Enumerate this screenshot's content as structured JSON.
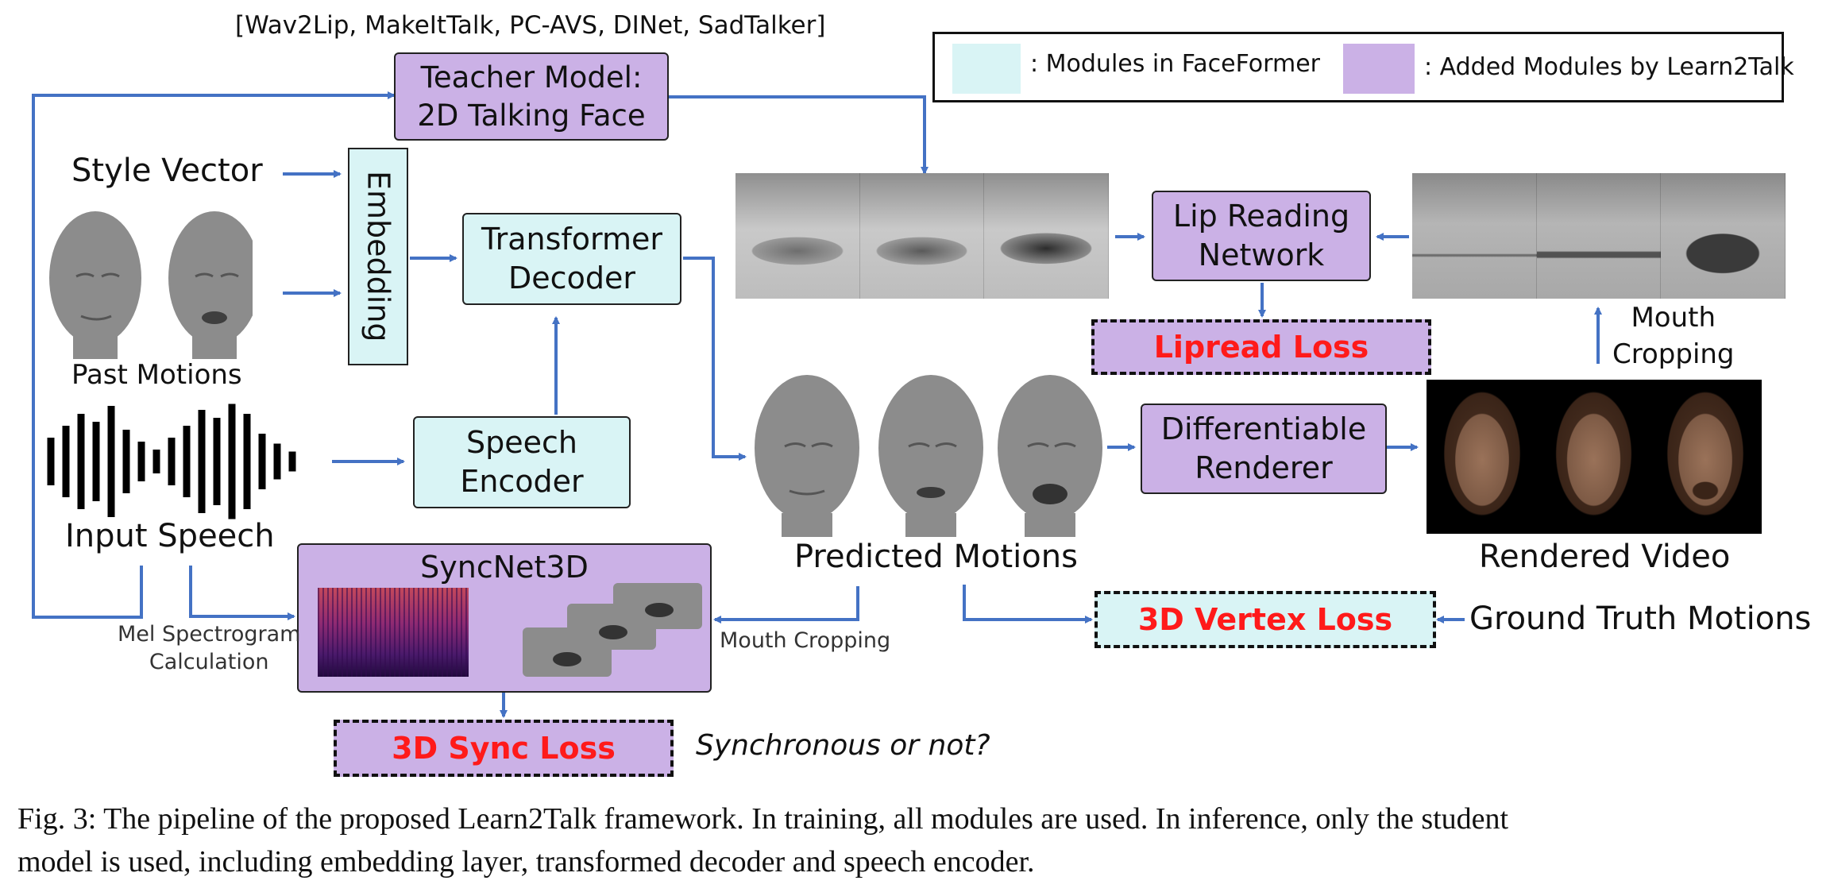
{
  "figure": {
    "teacher_list": "[Wav2Lip, MakeItTalk, PC-AVS, DINet, SadTalker]",
    "teacher_box": [
      "Teacher Model:",
      "2D Talking Face"
    ],
    "legend": {
      "faceformer": ": Modules in FaceFormer",
      "learn2talk": ": Added Modules by Learn2Talk",
      "cyan_color": "#d9f4f5",
      "purple_color": "#cbb1e6"
    },
    "style_vector": "Style Vector",
    "embedding": "Embedding",
    "past_motions": "Past Motions",
    "transformer_decoder": [
      "Transformer",
      "Decoder"
    ],
    "speech_encoder": [
      "Speech",
      "Encoder"
    ],
    "input_speech": "Input Speech",
    "lip_reading": [
      "Lip Reading",
      "Network"
    ],
    "lipread_loss": "Lipread Loss",
    "mouth_cropping_right": [
      "Mouth",
      "Cropping"
    ],
    "differentiable_renderer": [
      "Differentiable",
      "Renderer"
    ],
    "predicted_motions": "Predicted Motions",
    "rendered_video": "Rendered Video",
    "syncnet": "SyncNet3D",
    "mel_calc": [
      "Mel Spectrogram",
      "Calculation"
    ],
    "mouth_cropping_bottom": "Mouth Cropping",
    "vertex_loss": "3D Vertex Loss",
    "ground_truth": "Ground Truth Motions",
    "sync_loss": "3D Sync Loss",
    "sync_question": "Synchronous or not?",
    "arrow_color": "#4472c4",
    "loss_color": "#ff1a1a"
  },
  "caption": [
    "Fig. 3: The pipeline of the proposed Learn2Talk framework. In training, all modules are used. In inference, only the student",
    "model is used, including embedding layer, transformed decoder and speech encoder."
  ]
}
